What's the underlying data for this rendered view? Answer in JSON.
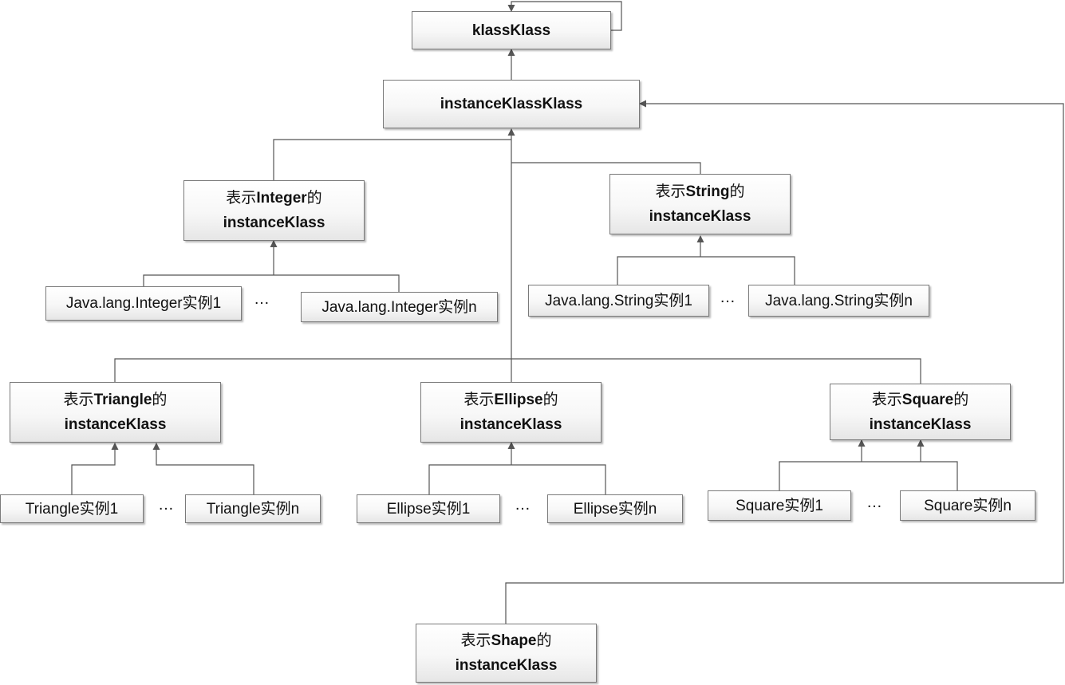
{
  "nodes": {
    "klassklass": {
      "label": "klassKlass"
    },
    "ikk": {
      "label": "instanceKlassKlass"
    },
    "integer": {
      "prefix": "表示",
      "name": "Integer",
      "suffix": "的",
      "line2": "instanceKlass"
    },
    "string": {
      "prefix": "表示",
      "name": "String",
      "suffix": "的",
      "line2": "instanceKlass"
    },
    "triangle": {
      "prefix": "表示",
      "name": "Triangle",
      "suffix": "的",
      "line2": "instanceKlass"
    },
    "ellipse": {
      "prefix": "表示",
      "name": "Ellipse",
      "suffix": "的",
      "line2": "instanceKlass"
    },
    "square": {
      "prefix": "表示",
      "name": "Square",
      "suffix": "的",
      "line2": "instanceKlass"
    },
    "shape": {
      "prefix": "表示",
      "name": "Shape",
      "suffix": "的",
      "line2": "instanceKlass"
    }
  },
  "instances": {
    "integer_1": "Java.lang.Integer实例1",
    "integer_n": "Java.lang.Integer实例n",
    "string_1": "Java.lang.String实例1",
    "string_n": "Java.lang.String实例n",
    "triangle_1": "Triangle实例1",
    "triangle_n": "Triangle实例n",
    "ellipse_1": "Ellipse实例1",
    "ellipse_n": "Ellipse实例n",
    "square_1": "Square实例1",
    "square_n": "Square实例n"
  },
  "ellipsis": "…",
  "colors": {
    "line": "#555555",
    "border": "#7a7a7a",
    "box_top": "#ffffff",
    "box_bottom": "#e6e6e6"
  }
}
